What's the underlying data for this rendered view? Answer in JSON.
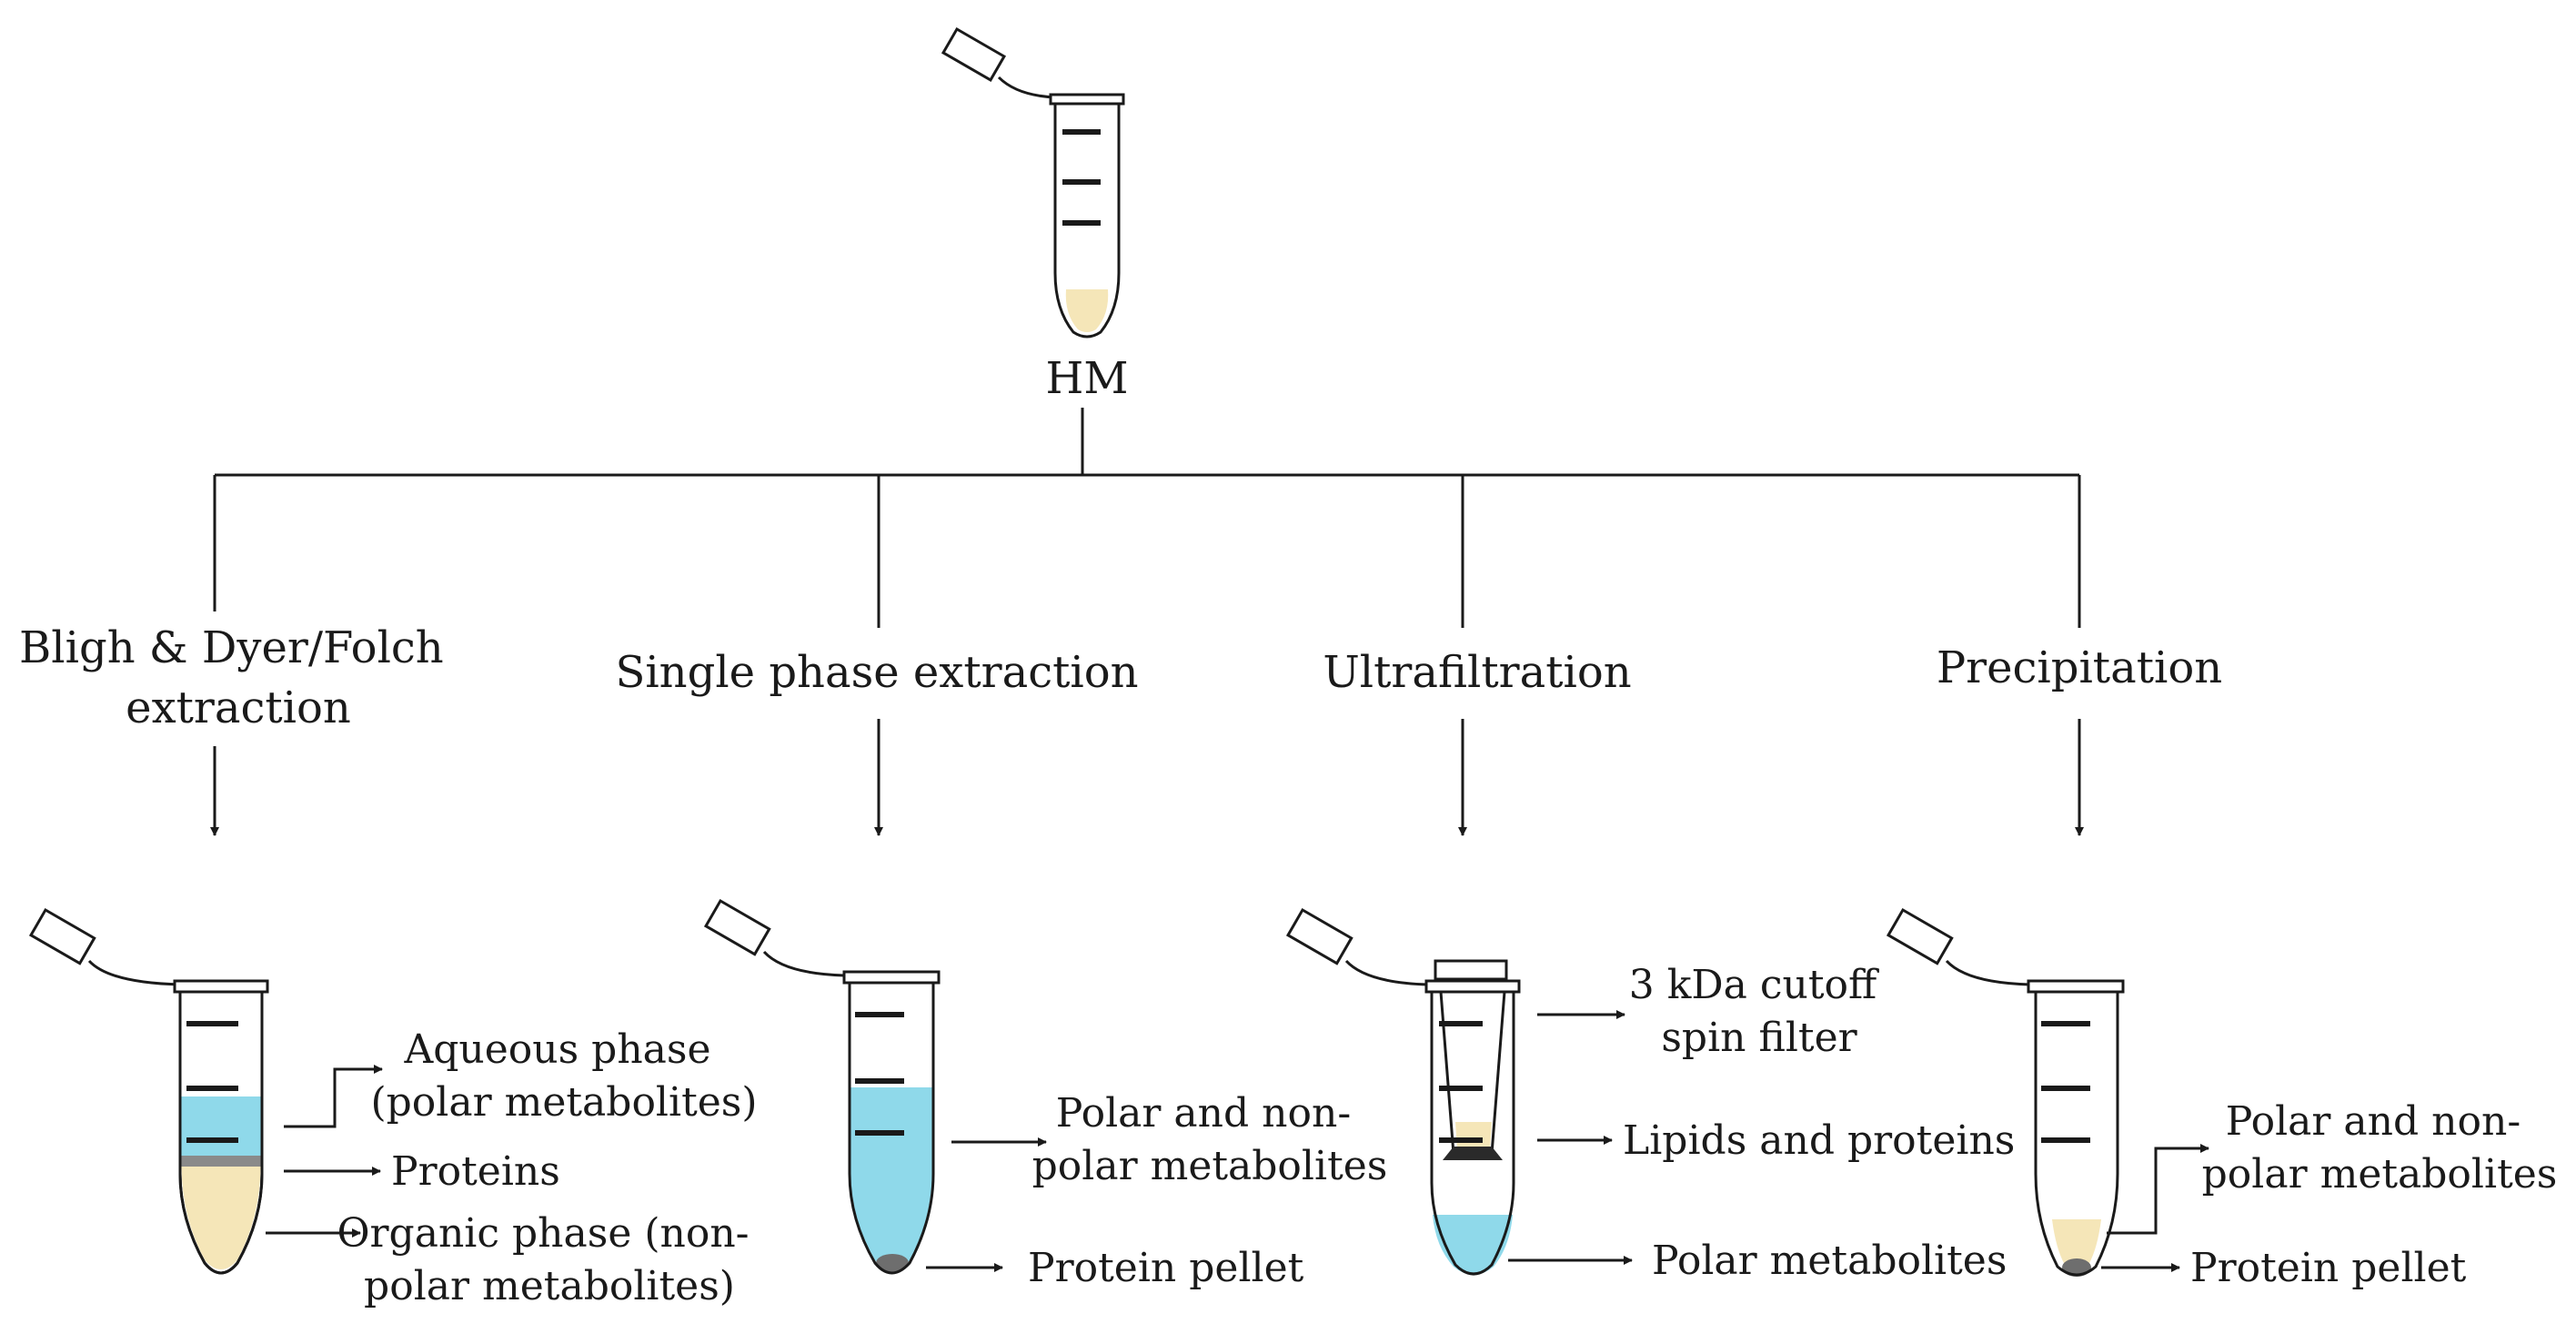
{
  "root": {
    "label": "HM"
  },
  "methods": [
    {
      "title_lines": [
        "Bligh & Dyer/Folch",
        "extraction"
      ]
    },
    {
      "title_lines": [
        "Single phase extraction"
      ]
    },
    {
      "title_lines": [
        "Ultrafiltration"
      ]
    },
    {
      "title_lines": [
        "Precipitation"
      ]
    }
  ],
  "annotations": {
    "bligh": {
      "aqueous": [
        "Aqueous phase",
        "(polar metabolites)"
      ],
      "proteins": [
        "Proteins"
      ],
      "organic": [
        "Organic phase (non-",
        "polar metabolites)"
      ]
    },
    "single": {
      "metabolites": [
        "Polar and non-",
        "polar metabolites"
      ],
      "pellet": [
        "Protein pellet"
      ]
    },
    "ultra": {
      "filter": [
        "3 kDa cutoff",
        "spin filter"
      ],
      "lipids": [
        "Lipids and proteins"
      ],
      "polar": [
        "Polar metabolites"
      ]
    },
    "precip": {
      "metabolites": [
        "Polar and non-",
        "polar metabolites"
      ],
      "pellet": [
        "Protein pellet"
      ]
    }
  },
  "colors": {
    "milk": "#f5e6b8",
    "aqueous": "#8fd9ea",
    "protein_band": "#8a8a8a",
    "pellet": "#6e6e6e",
    "ink": "#1a1a1a"
  }
}
